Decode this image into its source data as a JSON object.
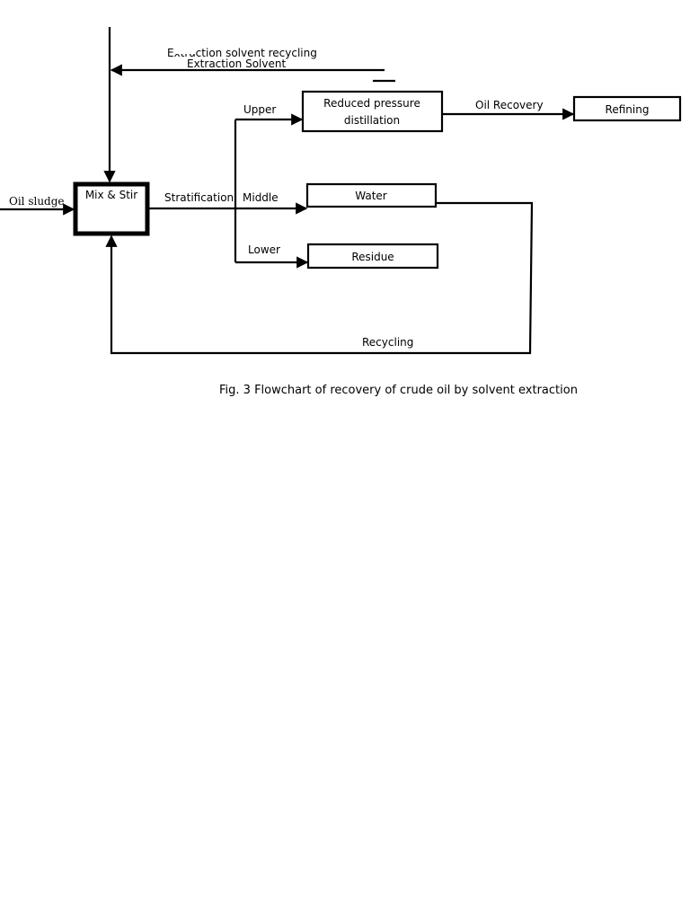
{
  "labels": {
    "recycling_overlap": "Extraction solvent recycling",
    "extraction_solvent": "Extraction Solvent",
    "oil_sludge": "Oil sludge",
    "stratification": "Stratification",
    "upper": "Upper",
    "middle": "Middle",
    "lower": "Lower",
    "oil_recovery": "Oil Recovery",
    "recycling": "Recycling"
  },
  "nodes": {
    "mix_stir": "Mix & Stir",
    "distillation_line1": "Reduced pressure",
    "distillation_line2": "distillation",
    "refining": "Refining",
    "water": "Water",
    "residue": "Residue"
  },
  "caption": "Fig. 3 Flowchart of recovery of crude oil by solvent extraction"
}
